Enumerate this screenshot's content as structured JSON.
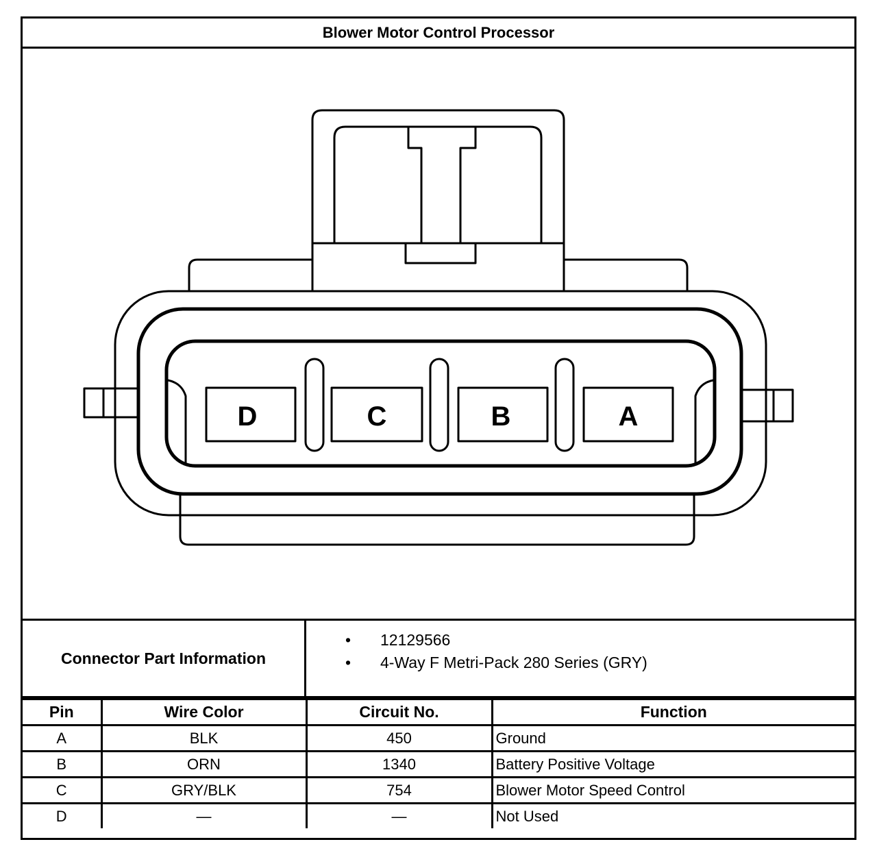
{
  "title": "Blower Motor Control Processor",
  "connector": {
    "pins": [
      "D",
      "C",
      "B",
      "A"
    ]
  },
  "part_info": {
    "label": "Connector Part Information",
    "items": [
      "12129566",
      "4-Way F Metri-Pack 280 Series (GRY)"
    ],
    "bullet": "•"
  },
  "table": {
    "headers": [
      "Pin",
      "Wire Color",
      "Circuit No.",
      "Function"
    ],
    "rows": [
      [
        "A",
        "BLK",
        "450",
        "Ground"
      ],
      [
        "B",
        "ORN",
        "1340",
        "Battery Positive Voltage"
      ],
      [
        "C",
        "GRY/BLK",
        "754",
        "Blower Motor Speed Control"
      ],
      [
        "D",
        "—",
        "—",
        "Not Used"
      ]
    ]
  }
}
